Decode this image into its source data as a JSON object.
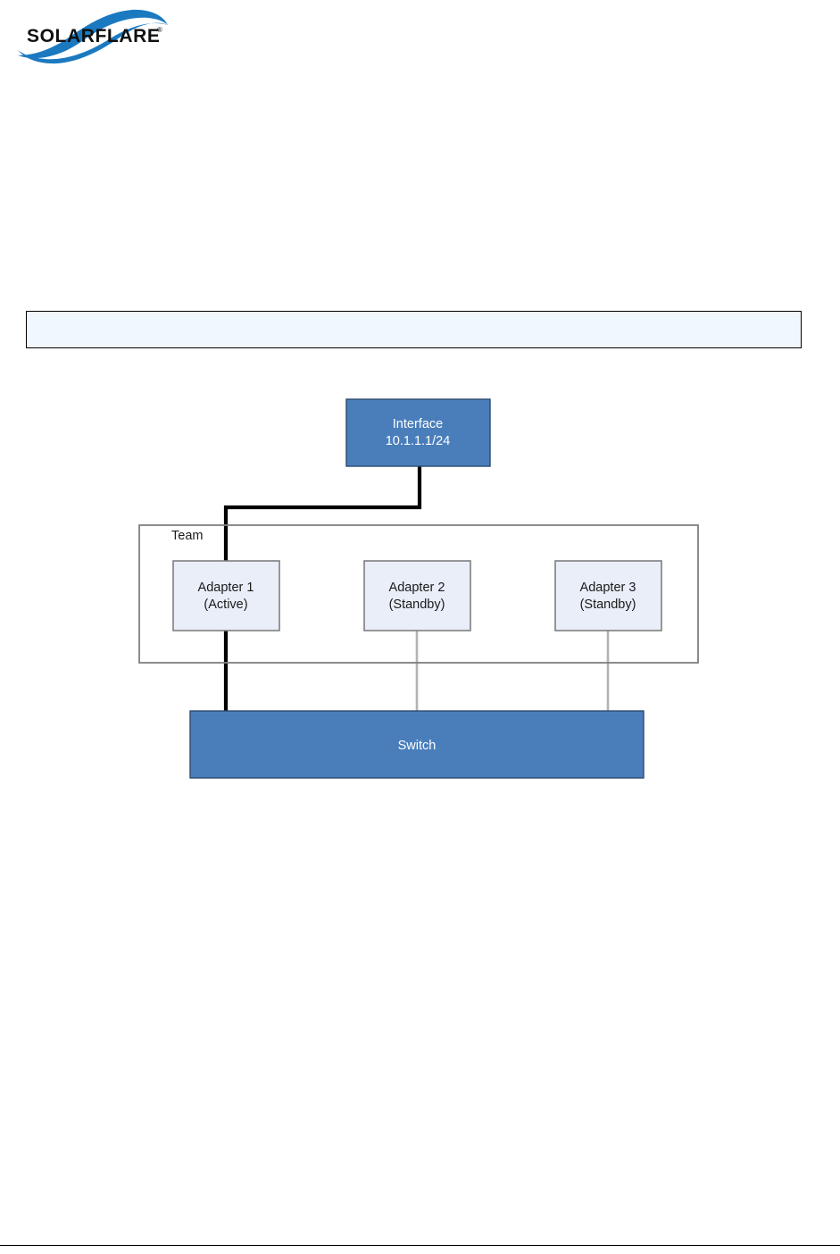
{
  "brand": {
    "logo_name": "solarflare-logo",
    "wordmark": "SOLARFLARE",
    "registered_mark": "®",
    "swoosh_color": "#1b79c0",
    "wordmark_color": "#101010"
  },
  "note_box": {
    "text": "",
    "fill_color": "#f0f8fd",
    "border_color": "#000000"
  },
  "diagram": {
    "title": "",
    "colors": {
      "blue_fill": "#4a7ebb",
      "blue_border": "#2a4b70",
      "light_fill": "#e9eef9",
      "light_border": "#7f7f7f",
      "frame_border": "#808080",
      "active_link": "#000000",
      "standby_link": "#b3b3b3",
      "blue_text": "#ffffff",
      "dark_text": "#1a1a1a"
    },
    "interface": {
      "label_line1": "Interface",
      "label_line2": "10.1.1.1/24"
    },
    "team": {
      "label": "Team",
      "adapters": [
        {
          "name": "Adapter 1",
          "state": "(Active)",
          "link": "active"
        },
        {
          "name": "Adapter 2",
          "state": "(Standby)",
          "link": "standby"
        },
        {
          "name": "Adapter 3",
          "state": "(Standby)",
          "link": "standby"
        }
      ]
    },
    "switch": {
      "label": "Switch"
    }
  },
  "footer": {
    "text": ""
  }
}
